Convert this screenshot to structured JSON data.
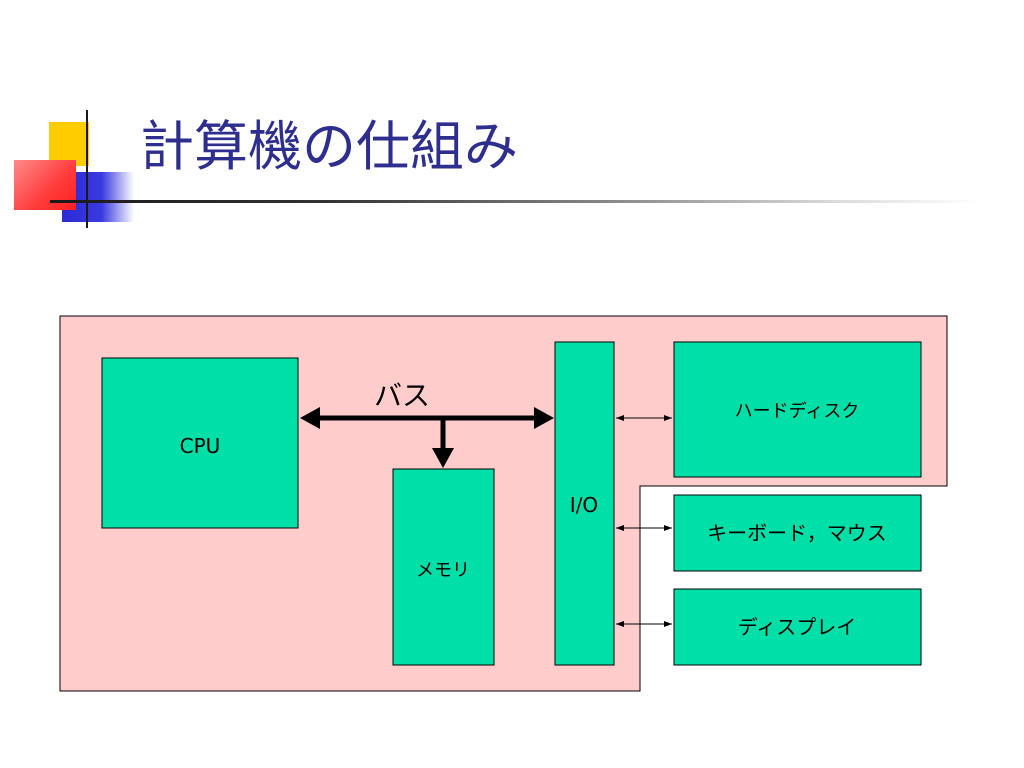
{
  "slide": {
    "title": "計算機の仕組み"
  },
  "diagram": {
    "bus_label": "バス",
    "nodes": {
      "cpu": "CPU",
      "memory": "メモリ",
      "io": "I/O",
      "hard_disk": "ハードディスク",
      "keyboard_mouse": "キーボード，マウス",
      "display": "ディスプレイ"
    },
    "colors": {
      "background_region": "#ffcccc",
      "box_fill": "#00dfa8",
      "title": "#2e2e8e",
      "arrow": "#000000"
    }
  }
}
